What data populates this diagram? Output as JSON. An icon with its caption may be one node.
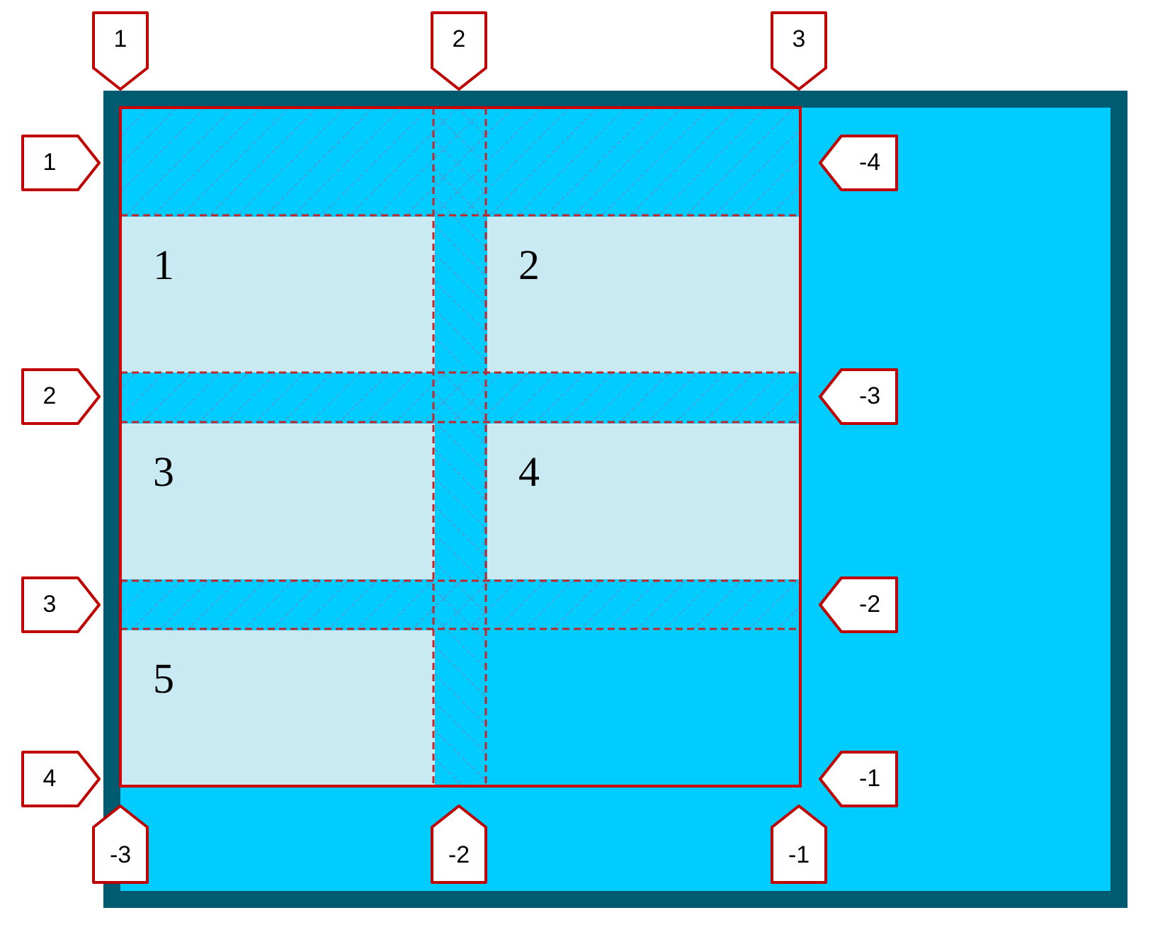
{
  "diagram": {
    "nodes": [
      {
        "text": [
          "1"
        ]
      },
      {
        "text": [
          "2"
        ]
      },
      {
        "text": [
          "3"
        ]
      },
      {
        "text": [
          "4"
        ]
      },
      {
        "text": [
          "5"
        ]
      }
    ],
    "labels": [
      "1",
      "2",
      "3",
      "1",
      "-4",
      "2",
      "-3",
      "3",
      "-2",
      "4",
      "-1",
      "-3",
      "-2",
      "-1"
    ]
  }
}
